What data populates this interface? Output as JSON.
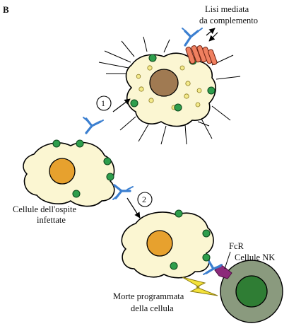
{
  "panel_label": "B",
  "labels": {
    "complement_line1": "Lisi mediata",
    "complement_line2": "da complemento",
    "infected_line1": "Cellule dell'ospite",
    "infected_line2": "infettate",
    "fcr": "FcR",
    "nk": "Cellule NK",
    "death_line1": "Morte programmata",
    "death_line2": "della cellula"
  },
  "pathways": [
    "1",
    "2"
  ],
  "colors": {
    "cell_fill": "#fbf6d2",
    "nucleus_orange": "#e7a12e",
    "nucleus_dying": "#a07a52",
    "antigen_green": "#2e9e4c",
    "antibody_blue": "#3b7fd0",
    "complement_pore": "#f08060",
    "nk_outer": "#8a9a7e",
    "nk_inner": "#2f7d34",
    "fc_receptor": "#8c2a7a",
    "lightning": "#f4e23a"
  }
}
